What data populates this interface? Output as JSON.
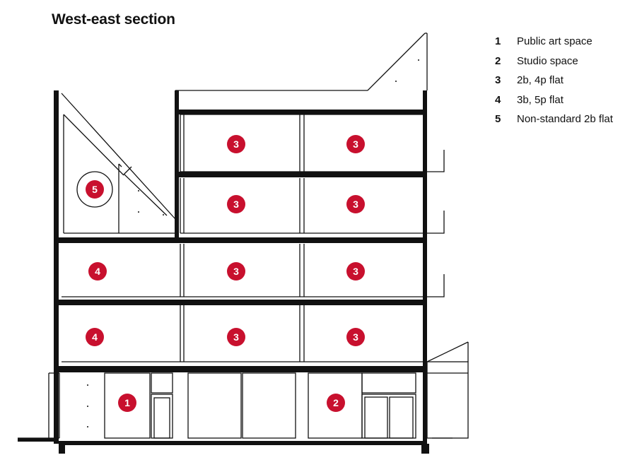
{
  "title": "West-east section",
  "legend": [
    {
      "num": "1",
      "label": "Public art space"
    },
    {
      "num": "2",
      "label": "Studio space"
    },
    {
      "num": "3",
      "label": "2b, 4p flat"
    },
    {
      "num": "4",
      "label": "3b, 5p flat"
    },
    {
      "num": "5",
      "label": "Non-standard 2b flat"
    }
  ],
  "badges": [
    "1",
    "2",
    "3",
    "3",
    "3",
    "3",
    "3",
    "3",
    "3",
    "3",
    "4",
    "4",
    "5"
  ],
  "colors": {
    "badge": "#c8102e",
    "structure": "#111111"
  }
}
